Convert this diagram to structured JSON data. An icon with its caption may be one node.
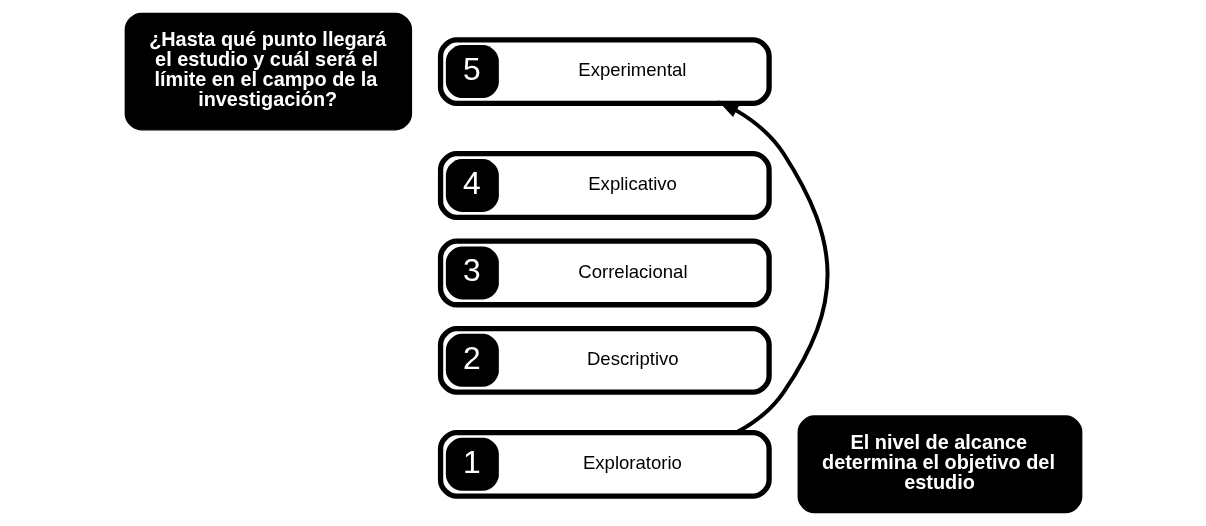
{
  "diagram": {
    "nodes": [
      {
        "text": [
          "¿Hasta qué punto llegará el estudio y cuál será el límite en el campo de la investigación?"
        ]
      },
      {
        "text": [
          "1",
          "Exploratorio"
        ]
      },
      {
        "text": [
          "2",
          "Descriptivo"
        ]
      },
      {
        "text": [
          "3",
          "Correlacional"
        ]
      },
      {
        "text": [
          "4",
          "Explicativo"
        ]
      },
      {
        "text": [
          "5",
          "Experimental"
        ]
      },
      {
        "text": [
          "El nivel de alcance determina el objetivo del estudio"
        ]
      }
    ],
    "edges": [
      {
        "from": 1,
        "to": 5,
        "arrow": "to"
      }
    ]
  }
}
